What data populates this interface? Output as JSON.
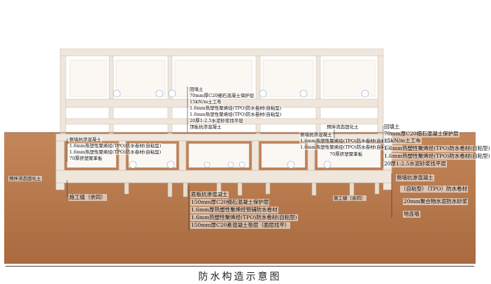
{
  "caption": "防水构造示意图",
  "callouts": {
    "roof": [
      "回填土",
      "70mm厚C20细石混凝土保护层",
      "15kN/m土工布",
      "1.6mm热塑性聚烯烃(TPO)防水卷材(自粘型)",
      "1.6mm热塑性聚烯烃(TPO)防水卷材(自粘型)",
      "20厚1:2.5水泥砂浆找平层",
      "顶板抗渗混凝土"
    ],
    "left_wall": [
      "侧墙抗渗混凝土",
      "1.6mm热塑性聚烯烃(TPO)防水卷材(自粘型)",
      "1.6mm热塑性聚烯烃(TPO)防水卷材(自粘型)",
      "70厚挤塑聚苯板"
    ],
    "left_soil": "预拌流态固化土",
    "left_joint": "施工缝（余同）",
    "floor": [
      "底板抗渗混凝土",
      "150mm厚C20细石混凝土保护层",
      "1.6mm厚热塑性聚烯烃预铺防水卷材",
      "1.6mm热塑性聚烯烃(TPO)防水卷材(自粘型)",
      "150mm厚C20素混凝土垫层（面层找平）"
    ],
    "mid_soil": "预拌流态固化土",
    "mid_wall": [
      "侧墙抗渗混凝土",
      "1.6mm热塑性聚烯烃(TPO)防水卷材(自粘型)",
      "1.6mm热塑性聚烯烃(TPO)防水卷材(自粘型)",
      "70厚挤塑聚苯板"
    ],
    "mid_joint": "施工缝（余同）",
    "right_roof": [
      "回填土",
      "70mm厚C20细石混凝土保护层",
      "15kN/m土工布",
      "1.6mm热塑性聚烯烃(TPO)防水卷材(自粘型)",
      "1.6mm热塑性聚烯烃(TPO)防水卷材(自粘型)",
      "20厚1:2.5水泥砂浆找平层"
    ],
    "right_wall": [
      "侧墙抗渗混凝土",
      "（自粘型）（TPO）防水卷材",
      "20mm聚合物水泥防水砂浆",
      "地连墙"
    ]
  },
  "colors": {
    "soil": "#b8794a",
    "soil_dark": "#8e5530",
    "structure": "#efe6dc",
    "structure_edge": "#c9b8a6",
    "opening": "#fbf8f4"
  }
}
